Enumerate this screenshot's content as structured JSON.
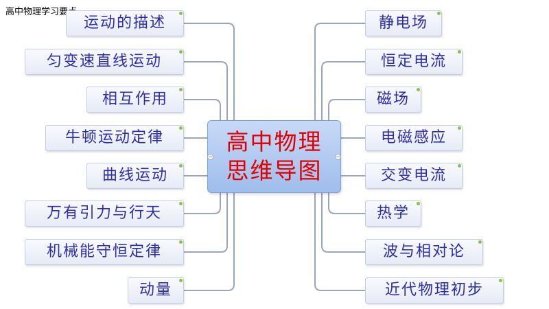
{
  "page_title": "高中物理学习要点",
  "central_topic": {
    "line1": "高中物理",
    "line2": "思维导图"
  },
  "left_topics": [
    "运动的描述",
    "匀变速直线运动",
    "相互作用",
    "牛顿运动定律",
    "曲线运动",
    "万有引力与行天",
    "机械能守恒定律",
    "动量"
  ],
  "right_topics": [
    "静电场",
    "恒定电流",
    "磁场",
    "电磁感应",
    "交变电流",
    "热学",
    "波与相对论",
    "近代物理初步"
  ],
  "colors": {
    "connector": "#9aa6bb",
    "central_text": "#e00000",
    "topic_text": "#2e2ea8",
    "marker": "#8bc34a"
  }
}
